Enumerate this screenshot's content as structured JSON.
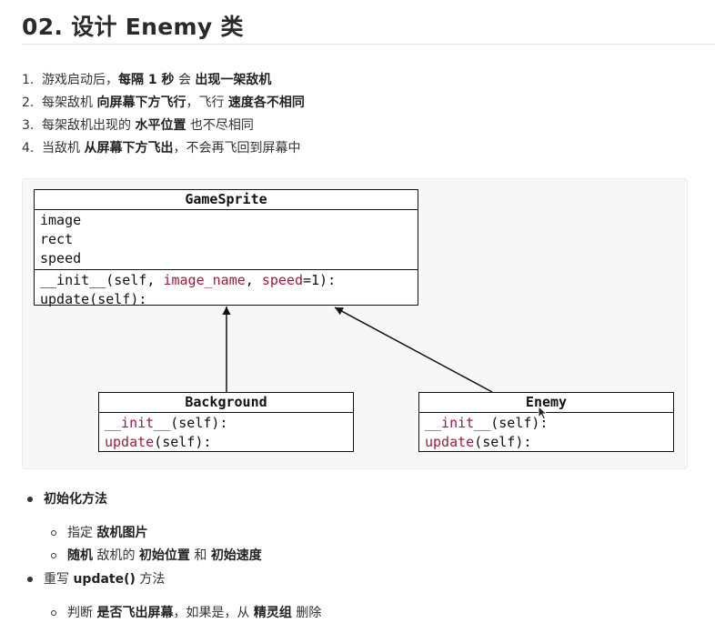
{
  "title": "02. 设计 Enemy 类",
  "requirements": [
    {
      "num": "1.",
      "parts": [
        [
          "游戏启动后，",
          false
        ],
        [
          "每隔 1 秒",
          true
        ],
        [
          " 会 ",
          false
        ],
        [
          "出现一架敌机",
          true
        ]
      ]
    },
    {
      "num": "2.",
      "parts": [
        [
          "每架敌机 ",
          false
        ],
        [
          "向屏幕下方飞行",
          true
        ],
        [
          "，飞行 ",
          false
        ],
        [
          "速度各不相同",
          true
        ]
      ]
    },
    {
      "num": "3.",
      "parts": [
        [
          "每架敌机出现的 ",
          false
        ],
        [
          "水平位置",
          true
        ],
        [
          " 也不尽相同",
          false
        ]
      ]
    },
    {
      "num": "4.",
      "parts": [
        [
          "当敌机 ",
          false
        ],
        [
          "从屏幕下方飞出",
          true
        ],
        [
          "，不会再飞回到屏幕中",
          false
        ]
      ]
    }
  ],
  "uml": {
    "game_sprite": {
      "name": "GameSprite",
      "attributes": [
        "image",
        "rect",
        "speed"
      ],
      "init_prefix": "__init__(self, ",
      "init_param1": "image_name",
      "init_sep": ", ",
      "init_param2": "speed",
      "init_suffix": "=1):",
      "update": "update(self):"
    },
    "background": {
      "name": "Background",
      "init_name": "__init__",
      "init_args": "(self):",
      "update_name": "update",
      "update_args": "(self):"
    },
    "enemy": {
      "name": "Enemy",
      "init_name": "__init__",
      "init_args": "(self):",
      "update_name": "update",
      "update_args": "(self):"
    }
  },
  "notes": {
    "init_heading": "初始化方法",
    "init_item1_a": "指定 ",
    "init_item1_b": "敌机图片",
    "init_item2_a": "随机",
    "init_item2_b": " 敌机的 ",
    "init_item2_c": "初始位置",
    "init_item2_d": " 和 ",
    "init_item2_e": "初始速度",
    "update_heading_a": "重写 ",
    "update_heading_b": "update()",
    "update_heading_c": " 方法",
    "update_item_a": "判断 ",
    "update_item_b": "是否飞出屏幕",
    "update_item_c": "，如果是，从 ",
    "update_item_d": "精灵组",
    "update_item_e": " 删除"
  },
  "colors": {
    "keyword": "#a11a3a",
    "text": "#333333",
    "border": "#111111"
  }
}
